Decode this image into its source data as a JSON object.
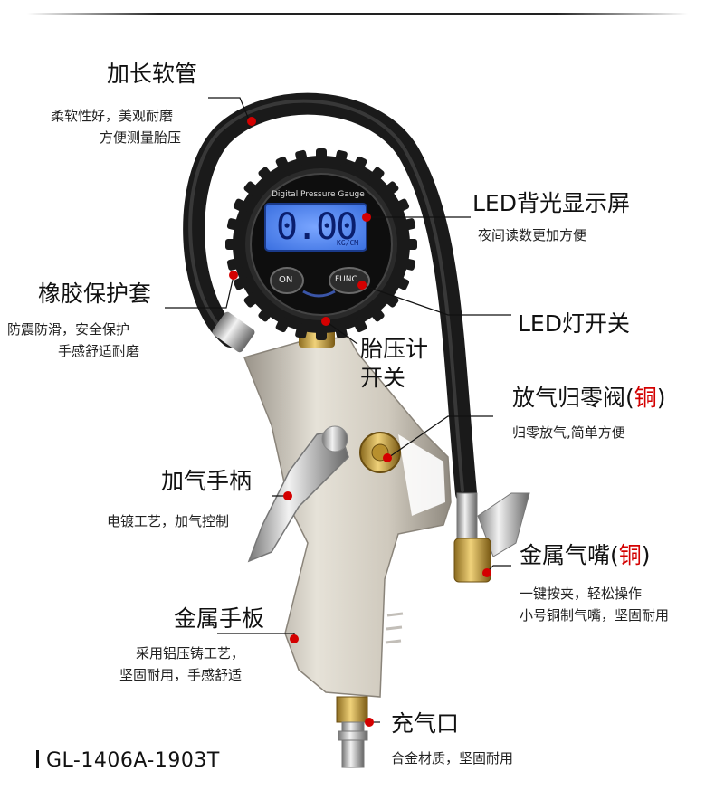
{
  "labels": {
    "hose": {
      "title": "加长软管",
      "desc1": "柔软性好，美观耐磨",
      "desc2": "方便测量胎压"
    },
    "led_display": {
      "title": "LED背光显示屏",
      "desc1": "夜间读数更加方便"
    },
    "rubber_cover": {
      "title": "橡胶保护套",
      "desc1": "防震防滑，安全保护",
      "desc2": "手感舒适耐磨"
    },
    "led_switch": {
      "title": "LED灯开关"
    },
    "gauge_switch": {
      "title1": "胎压计",
      "title2": "开关"
    },
    "deflate_valve": {
      "title_main": "放气归零阀(",
      "title_red": "铜",
      "title_end": ")",
      "desc1": "归零放气,简单方便"
    },
    "trigger": {
      "title": "加气手柄",
      "desc1": "电镀工艺，加气控制"
    },
    "metal_nozzle": {
      "title_main": "金属气嘴(",
      "title_red": "铜",
      "title_end": ")",
      "desc1": "一键按夹，轻松操作",
      "desc2": "小号铜制气嘴，坚固耐用"
    },
    "metal_handle": {
      "title": "金属手板",
      "desc1": "采用铝压铸工艺，",
      "desc2": "坚固耐用，手感舒适"
    },
    "inlet": {
      "title": "充气口",
      "desc1": "合金材质，坚固耐用"
    }
  },
  "gauge": {
    "brand_text": "Digital Pressure Gauge",
    "reading": "0.00",
    "unit": "KG/CM",
    "on_button": "ON",
    "func_button": "FUNC"
  },
  "model_number": "GL-1406A-1903T",
  "colors": {
    "accent_red": "#d40000",
    "lcd_blue": "#4f86f0",
    "brass": "#c9a24a",
    "aluminum": "#c9c3b6"
  }
}
